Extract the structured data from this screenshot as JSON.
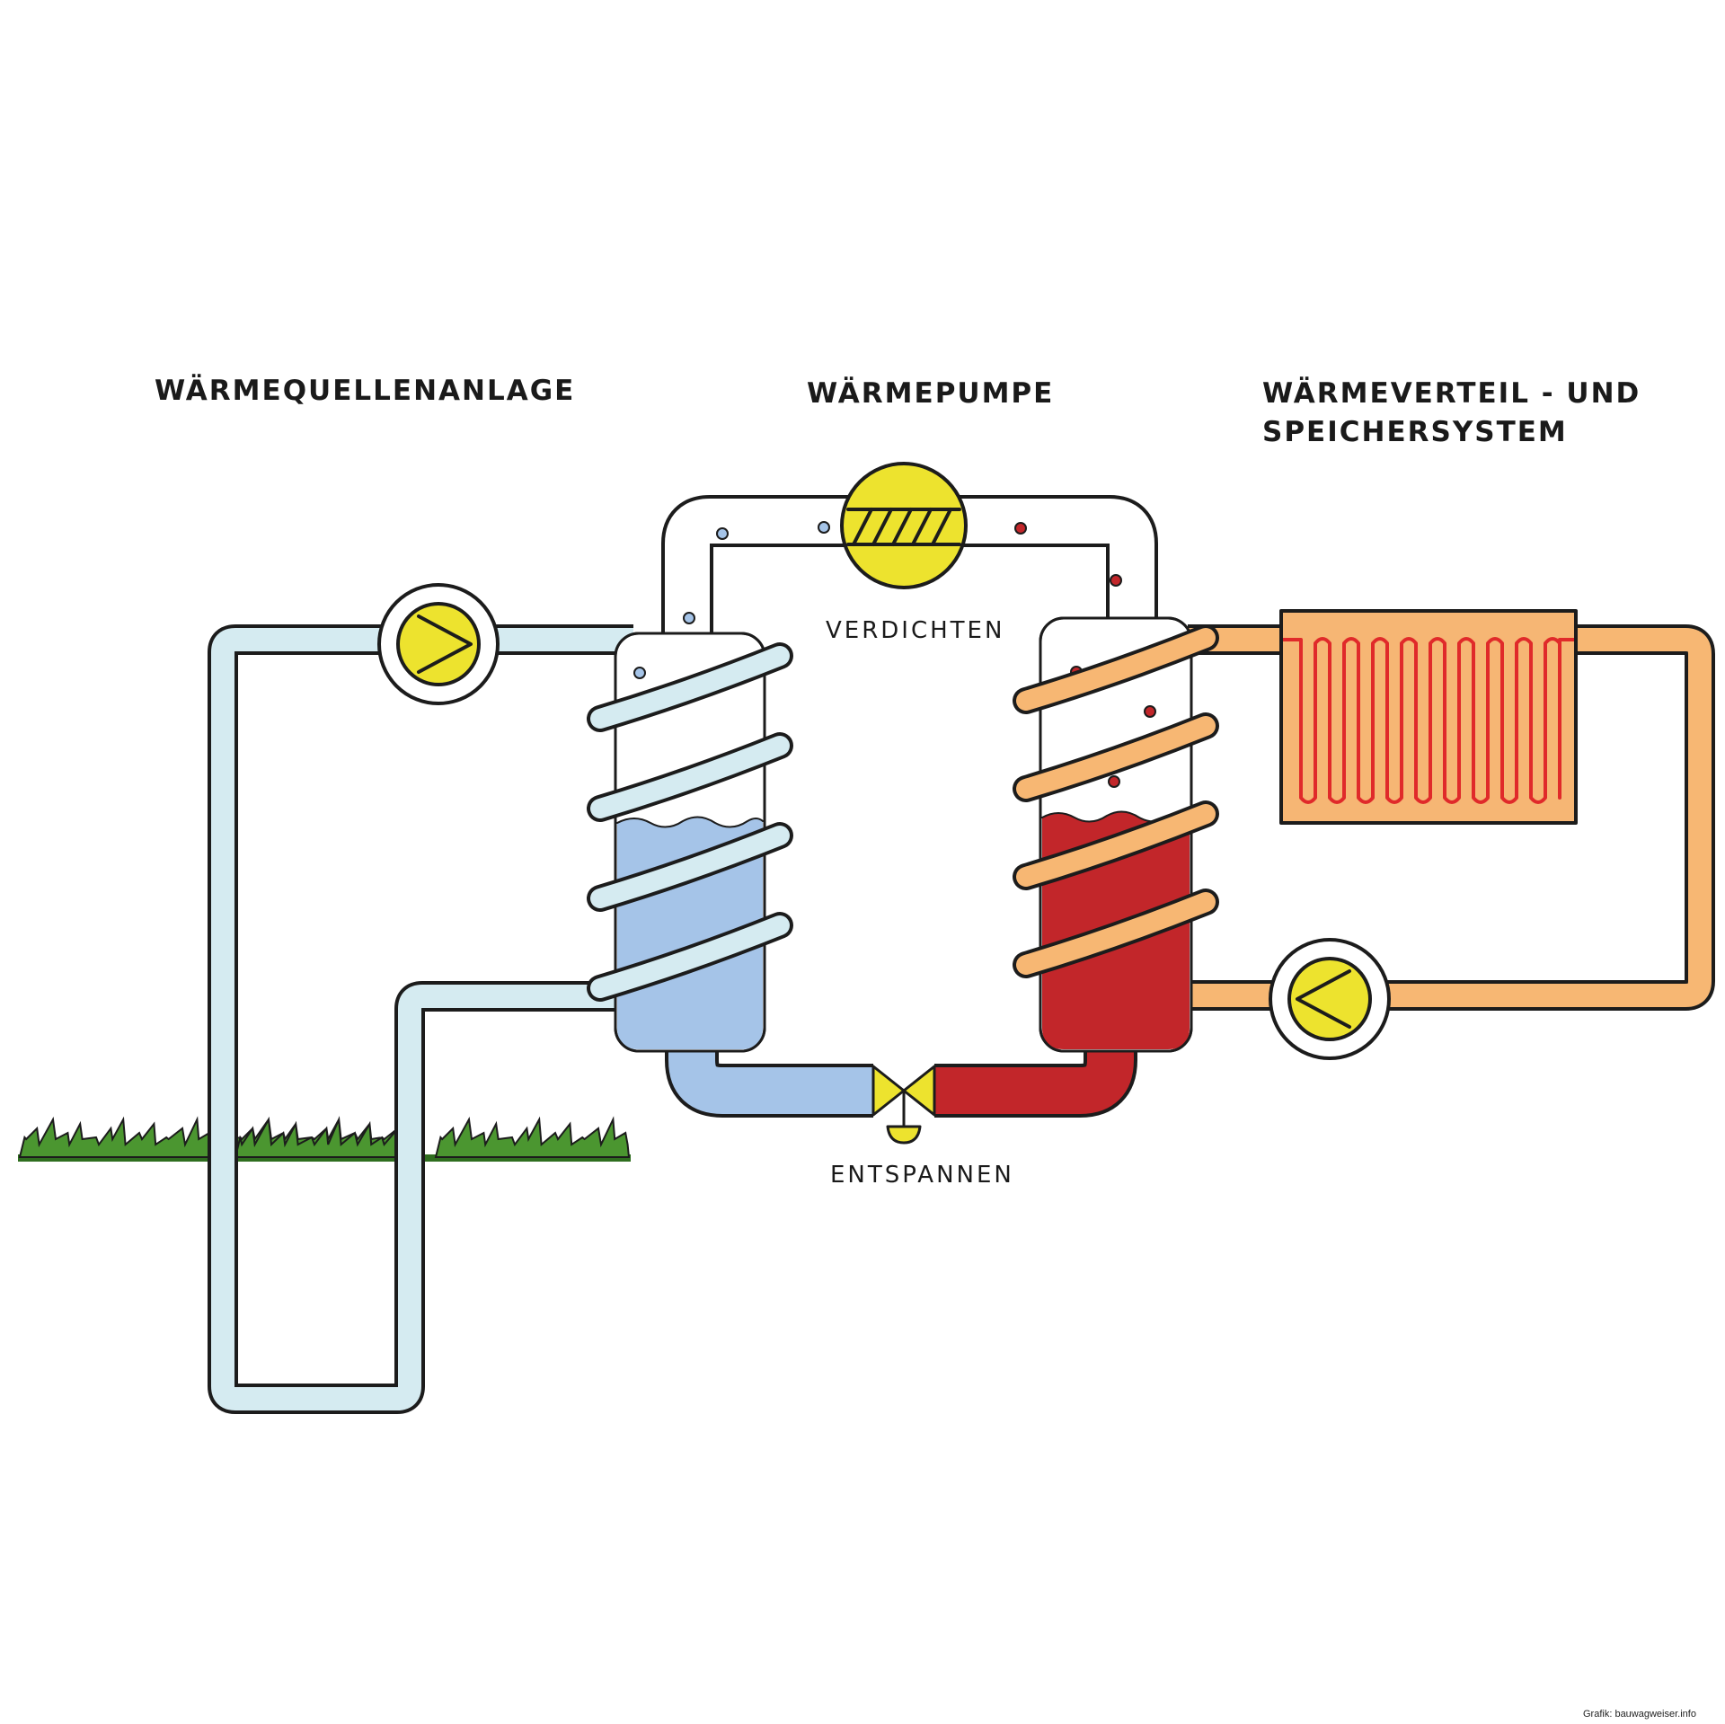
{
  "labels": {
    "source": "WÄRMEQUELLENANLAGE",
    "pump": "WÄRMEPUMPE",
    "distribution_line1": "WÄRMEVERTEIL - UND",
    "distribution_line2": "SPEICHERSYSTEM",
    "compress": "VERDICHTEN",
    "expand": "ENTSPANNEN",
    "credit": "Grafik: bauwagweiser.info"
  },
  "colors": {
    "cold_fluid": "#d5ebf1",
    "cold_liquid": "#a5c4e8",
    "hot_fluid": "#f7b773",
    "hot_liquid": "#c2262a",
    "pump_yellow": "#ede32e",
    "grass": "#4b9630",
    "heater_fill": "#f6b674",
    "heater_coil": "#e02a2a"
  }
}
